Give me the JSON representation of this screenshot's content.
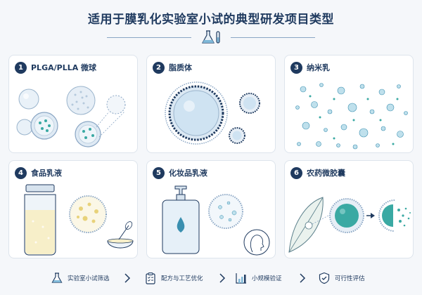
{
  "page": {
    "title": "适用于膜乳化实验室小试的典型研发项目类型"
  },
  "cards": [
    {
      "number": "1",
      "title": "PLGA/PLLA 微球"
    },
    {
      "number": "2",
      "title": "脂质体"
    },
    {
      "number": "3",
      "title": "纳米乳"
    },
    {
      "number": "4",
      "title": "食品乳液"
    },
    {
      "number": "5",
      "title": "化妆品乳液"
    },
    {
      "number": "6",
      "title": "农药微胶囊"
    }
  ],
  "workflow": [
    {
      "label": "实验室小试筛选",
      "icon": "flask-icon"
    },
    {
      "label": "配方与工艺优化",
      "icon": "clipboard-icon"
    },
    {
      "label": "小规模验证",
      "icon": "bar-chart-icon"
    },
    {
      "label": "可行性评估",
      "icon": "shield-check-icon"
    }
  ],
  "colors": {
    "navy": "#1f3a5f",
    "teal": "#3aa9a3",
    "light_blue": "#cfe3f2",
    "card_bg": "#ffffff",
    "page_bg": "#f5f7fa"
  }
}
